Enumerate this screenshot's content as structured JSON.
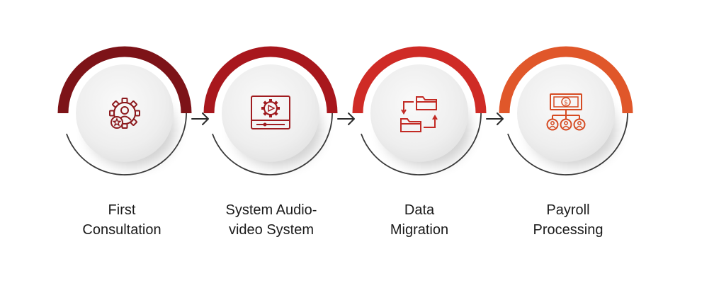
{
  "steps": [
    {
      "line1": "First",
      "line2": "Consultation",
      "icon": "gear-person-star-icon",
      "accent": "#7d1318",
      "icon_color": "#8c1a1e"
    },
    {
      "line1": "System Audio-",
      "line2": "video System",
      "icon": "video-player-gear-icon",
      "accent": "#a8171d",
      "icon_color": "#a01c20"
    },
    {
      "line1": "Data",
      "line2": "Migration",
      "icon": "folder-transfer-icon",
      "accent": "#cf2b26",
      "icon_color": "#c22a24"
    },
    {
      "line1": "Payroll",
      "line2": "Processing",
      "icon": "payroll-team-icon",
      "accent": "#e0572a",
      "icon_color": "#d64b22"
    }
  ],
  "colors": {
    "ring_gray": "#3a3a3a",
    "arrow": "#2b2b2b",
    "disc": "#efefef"
  }
}
